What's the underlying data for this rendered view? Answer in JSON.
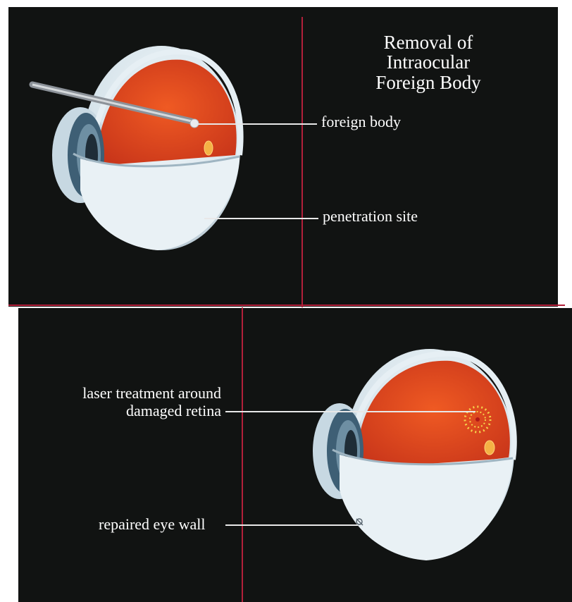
{
  "title": {
    "line1": "Removal of",
    "line2": "Intraocular",
    "line3": "Foreign Body"
  },
  "labels": {
    "foreign_body": "foreign body",
    "penetration_site": "penetration site",
    "laser_line1": "laser treatment around",
    "laser_line2": "damaged retina",
    "repaired_wall": "repaired eye wall"
  },
  "colors": {
    "background": "#111312",
    "accent_line": "#b3203a",
    "retina": "#e1461e",
    "sclera": "#dde9ef",
    "iris": "#4d6f86",
    "laser": "#f5d24a"
  }
}
